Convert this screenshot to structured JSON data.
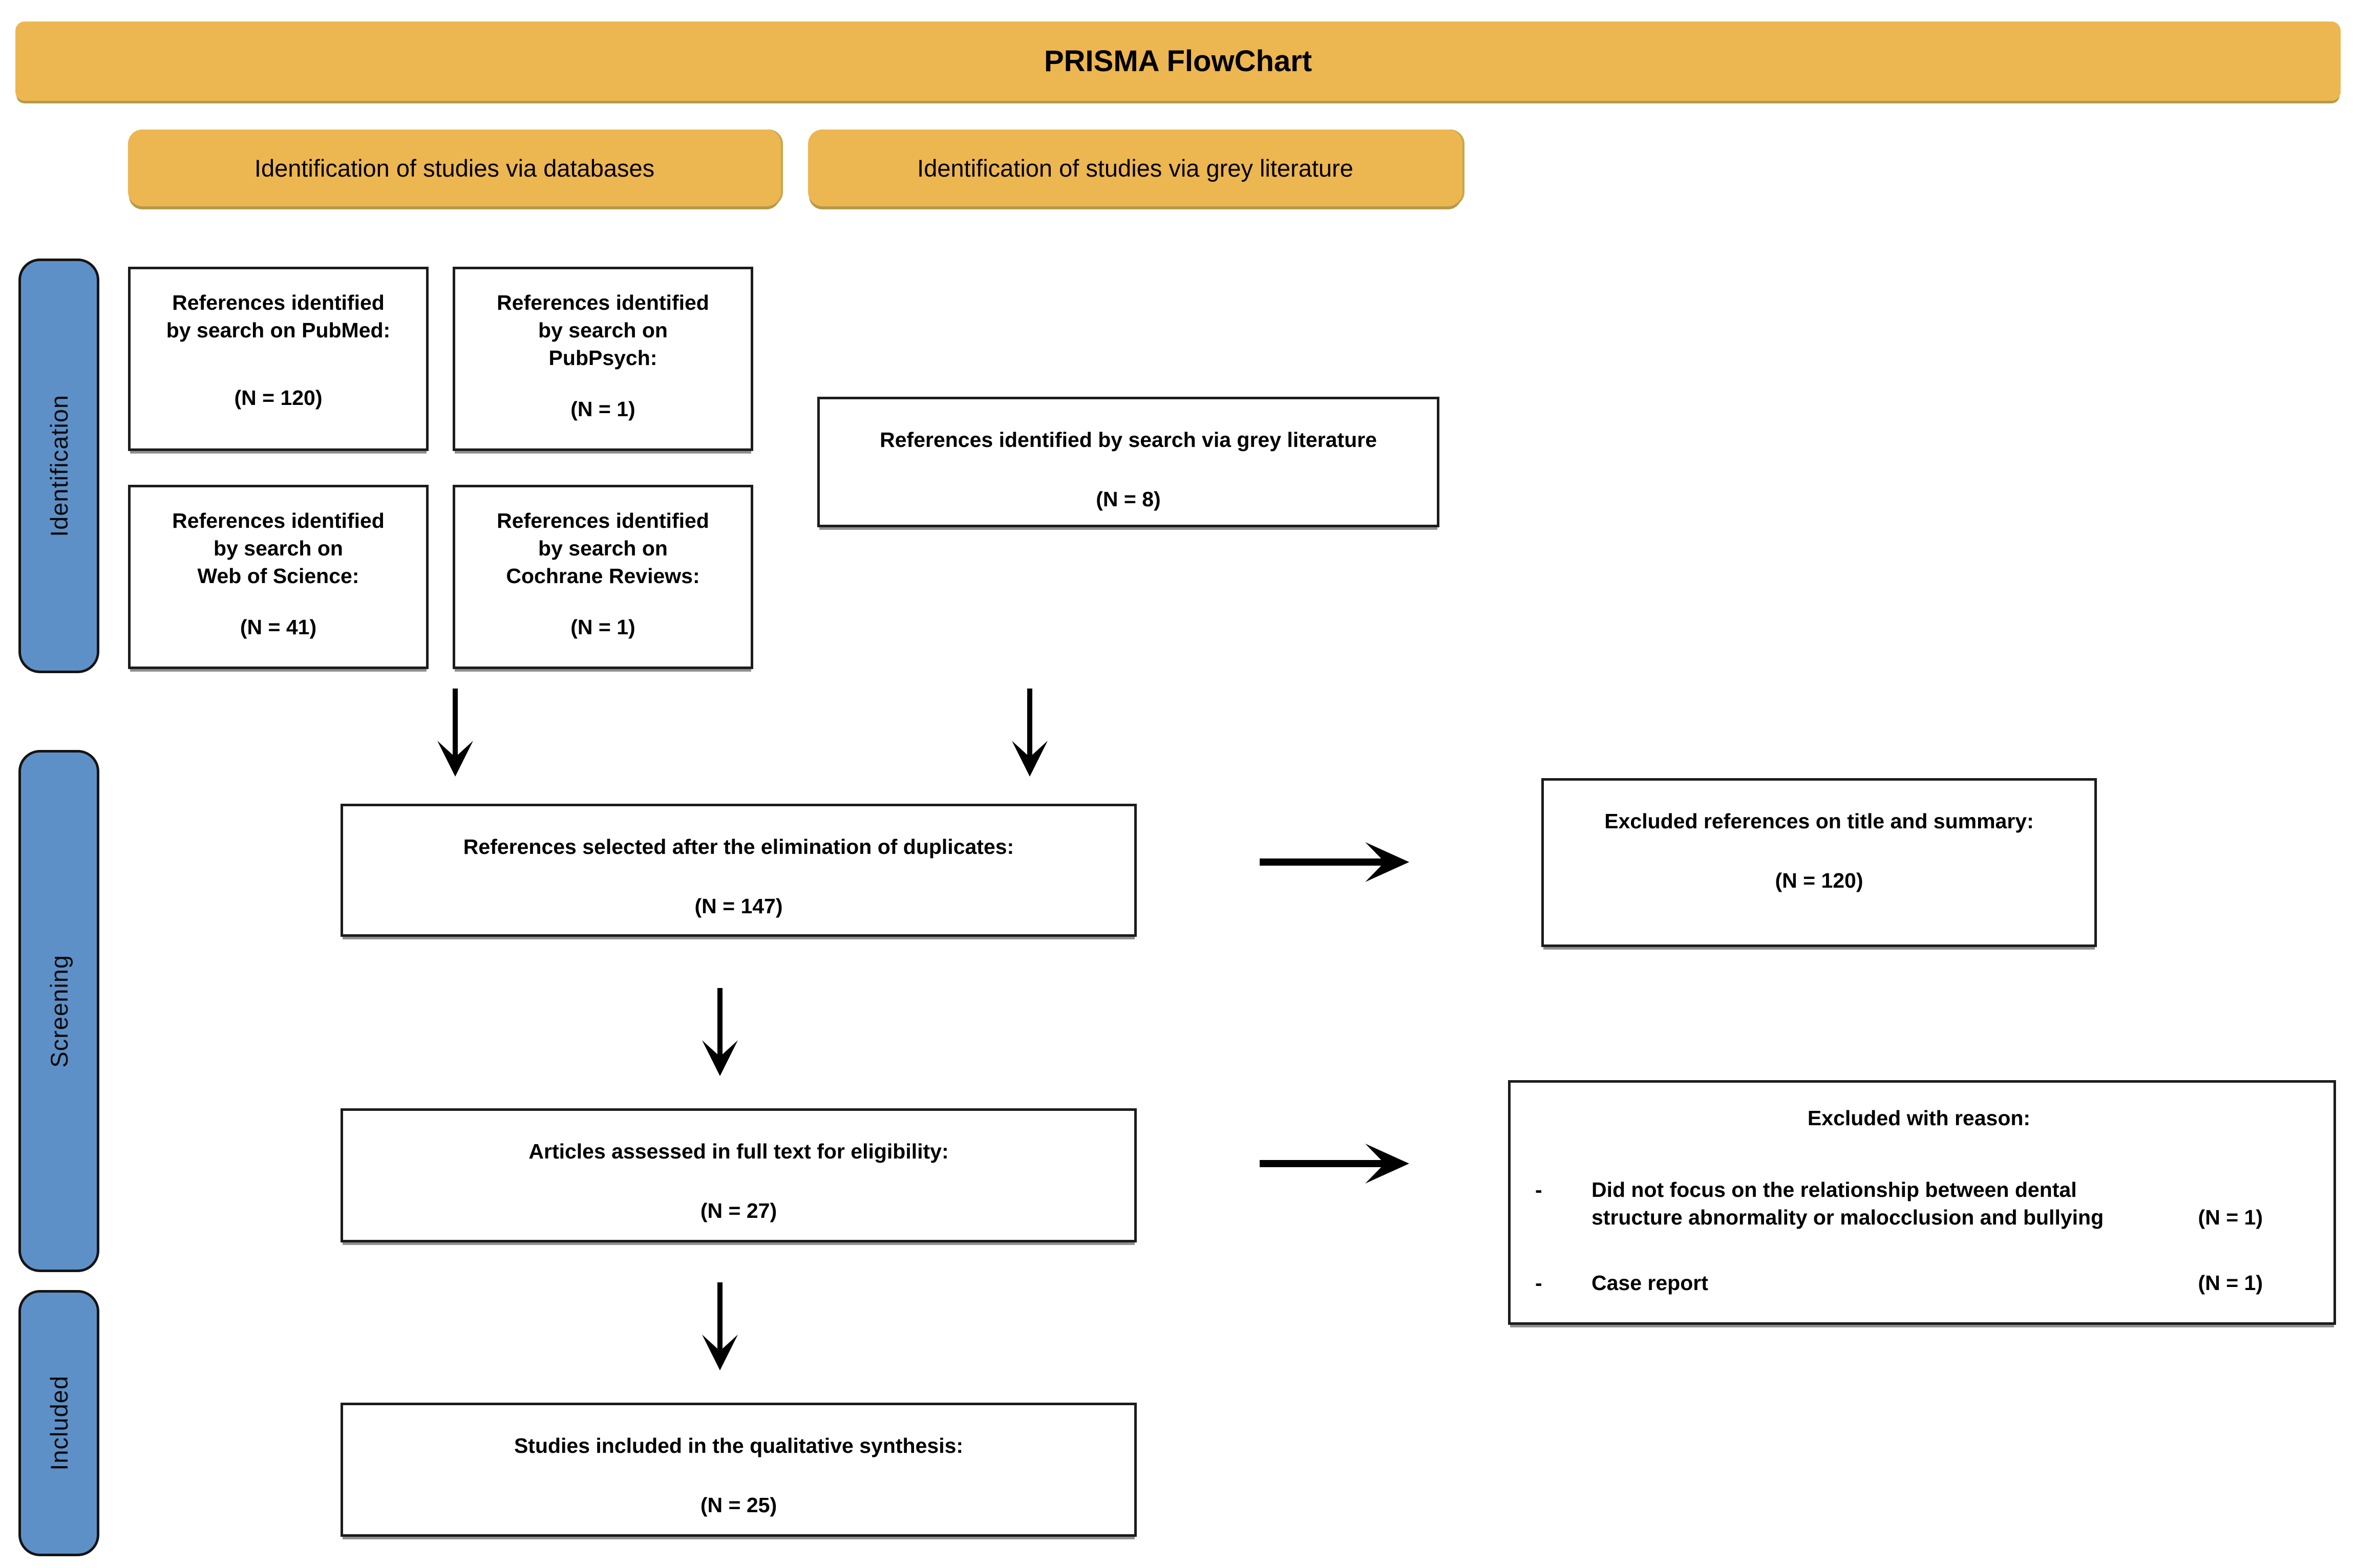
{
  "title": "PRISMA FlowChart",
  "colors": {
    "banner_orange": "#ecb651",
    "stage_blue": "#5e90c8",
    "box_border": "#1c1c1c",
    "arrow_black": "#000000"
  },
  "column_headers": {
    "databases": "Identification of studies via databases",
    "grey_literature": "Identification of studies via grey literature"
  },
  "stages": {
    "identification": "Identification",
    "screening": "Screening",
    "included": "Included"
  },
  "boxes": {
    "pubmed": {
      "heading": "References identified\nby search on PubMed:",
      "n": "(N = 120)"
    },
    "pubpsych": {
      "heading": "References identified\nby search on\nPubPsych:",
      "n": "(N = 1)"
    },
    "web_of_science": {
      "heading": "References identified\nby search on\nWeb of Science:",
      "n": "(N = 41)"
    },
    "cochrane": {
      "heading": "References identified\nby search on\nCochrane Reviews:",
      "n": "(N = 1)"
    },
    "grey_literature": {
      "heading": "References identified by search via grey literature",
      "n": "(N = 8)"
    },
    "duplicates": {
      "heading": "References selected after the elimination of duplicates:",
      "n": "(N = 147)"
    },
    "excluded_title_summary": {
      "heading": "Excluded references on title and summary:",
      "n": "(N = 120)"
    },
    "full_text": {
      "heading": "Articles assessed in full text for eligibility:",
      "n": "(N = 27)"
    },
    "excluded_reason": {
      "heading": "Excluded with reason:",
      "items": [
        {
          "bullet": "-",
          "text": "Did not focus on the relationship between dental structure abnormality or malocclusion and bullying",
          "n": "(N = 1)"
        },
        {
          "bullet": "-",
          "text": "Case report",
          "n": "(N = 1)"
        }
      ]
    },
    "qualitative_synthesis": {
      "heading": "Studies included in the qualitative synthesis:",
      "n": "(N = 25)"
    }
  }
}
